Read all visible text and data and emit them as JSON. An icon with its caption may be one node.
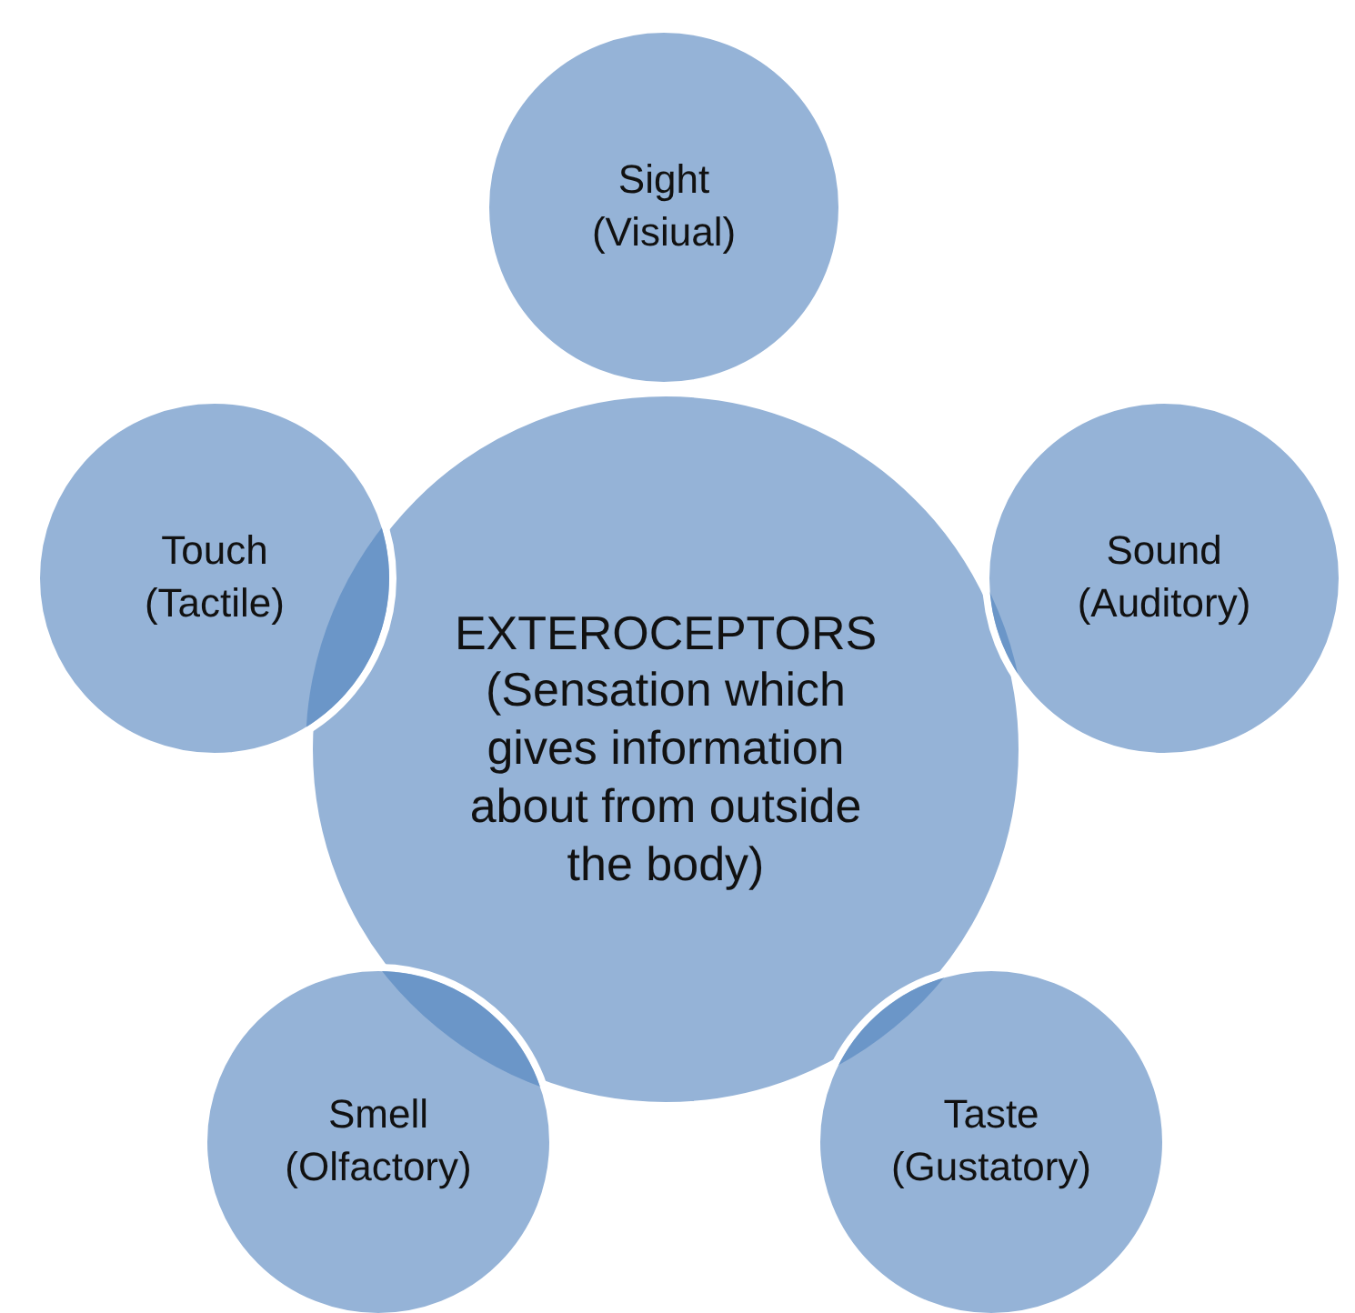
{
  "diagram": {
    "nodes": [
      {
        "text": [
          "Sight (Visiual)"
        ]
      },
      {
        "text": [
          "Touch (Tactile)"
        ]
      },
      {
        "text": [
          "EXTEROCEPTORS",
          "(Sensation which gives information about from outside the body)"
        ]
      },
      {
        "text": [
          "Sound (Auditory)"
        ]
      },
      {
        "text": [
          "Smell (Olfactory)"
        ]
      },
      {
        "text": [
          "Taste (Gustatory)"
        ]
      }
    ]
  }
}
